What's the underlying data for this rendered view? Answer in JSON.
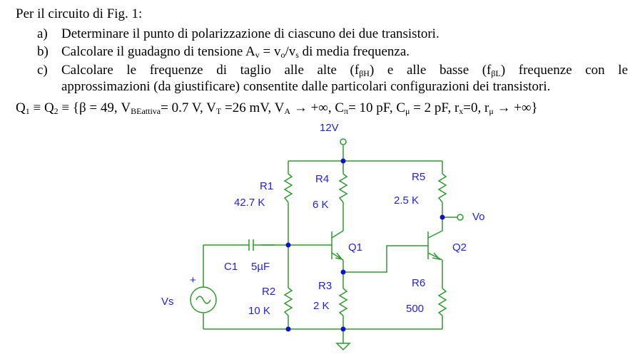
{
  "intro": "Per il circuito di Fig. 1:",
  "items": [
    {
      "marker": "a)",
      "text": "Determinare il punto di polarizzazione di ciascuno dei due transistori."
    },
    {
      "marker": "b)",
      "parts": [
        "Calcolare il guadagno di tensione A",
        "v",
        " = v",
        "o",
        "/v",
        "s",
        " di media frequenza."
      ]
    },
    {
      "marker": "c)",
      "parts": [
        "Calcolare le frequenze di taglio alle alte (f",
        "βH",
        ") e alle basse (f",
        "βL",
        ") frequenze con le"
      ],
      "line2": "approssimazioni (da giustificare) consentite dalle particolari configurazioni dei transistori."
    }
  ],
  "params": [
    {
      "t": "Q"
    },
    {
      "t": "1",
      "sub": true
    },
    {
      "t": " ≡ Q"
    },
    {
      "t": "2",
      "sub": true
    },
    {
      "t": " ≡ {β = 49, V"
    },
    {
      "t": "BEattiva",
      "sub": true
    },
    {
      "t": "= 0.7 V, V"
    },
    {
      "t": "T",
      "sub": true
    },
    {
      "t": " =26 mV, V"
    },
    {
      "t": "A",
      "sub": true
    },
    {
      "t": " → +∞, C"
    },
    {
      "t": "π",
      "sub": true
    },
    {
      "t": "= 10 pF, C"
    },
    {
      "t": "μ",
      "sub": true
    },
    {
      "t": " = 2 pF, r"
    },
    {
      "t": "x",
      "sub": true
    },
    {
      "t": "=0, r"
    },
    {
      "t": "μ",
      "sub": true
    },
    {
      "t": " → +∞}"
    }
  ],
  "circuit": {
    "supply": "12V",
    "R1": {
      "name": "R1",
      "value": "42.7 K"
    },
    "R2": {
      "name": "R2",
      "value": "10 K"
    },
    "R3": {
      "name": "R3",
      "value": "2 K"
    },
    "R4": {
      "name": "R4",
      "value": "6 K"
    },
    "R5": {
      "name": "R5",
      "value": "2.5 K"
    },
    "R6": {
      "name": "R6",
      "value": "500"
    },
    "C1": {
      "name": "C1",
      "value": "5µF"
    },
    "Q1": "Q1",
    "Q2": "Q2",
    "source": "Vs",
    "source_plus": "+",
    "output": "Vo",
    "colors": {
      "wire": "#2e9a2e",
      "label": "#2222dd",
      "node": "#1111cc"
    }
  }
}
